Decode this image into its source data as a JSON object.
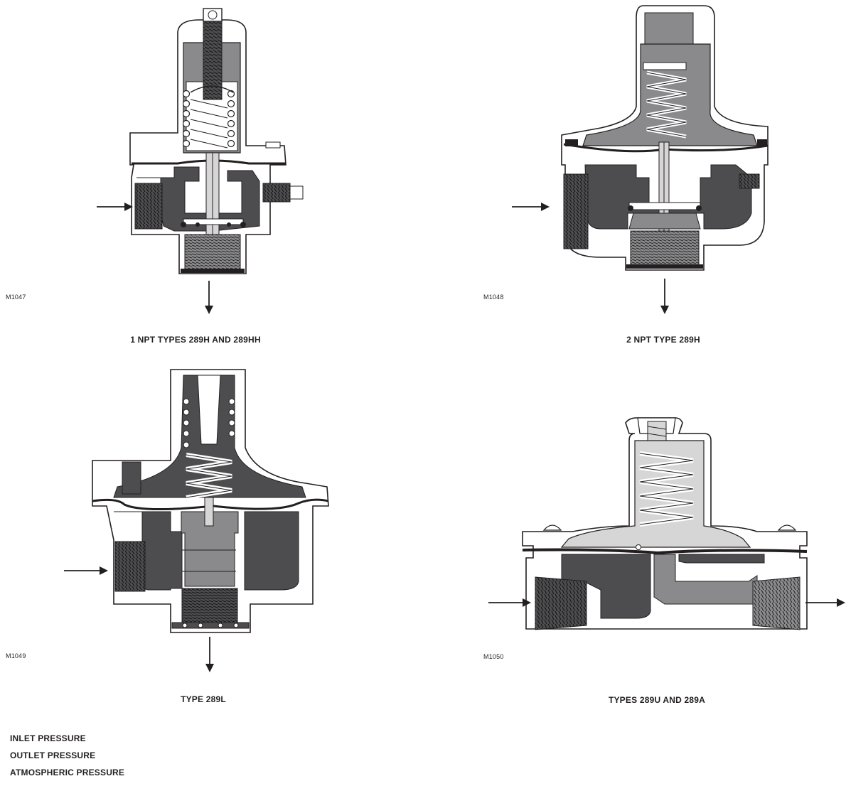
{
  "figures": [
    {
      "id": "M1047",
      "caption": "1 NPT TYPES 289H AND 289HH"
    },
    {
      "id": "M1048",
      "caption": "2 NPT TYPE 289H"
    },
    {
      "id": "M1049",
      "caption": "TYPE 289L"
    },
    {
      "id": "M1050",
      "caption": "TYPES 289U AND 289A"
    }
  ],
  "legend": [
    {
      "label": "INLET PRESSURE"
    },
    {
      "label": "OUTLET PRESSURE"
    },
    {
      "label": "ATMOSPHERIC PRESSURE"
    }
  ],
  "colors": {
    "inlet": "#4d4d4f",
    "outlet": "#8a8a8c",
    "atmospheric": "#d6d6d7",
    "body": "#ffffff",
    "line": "#231f20"
  }
}
